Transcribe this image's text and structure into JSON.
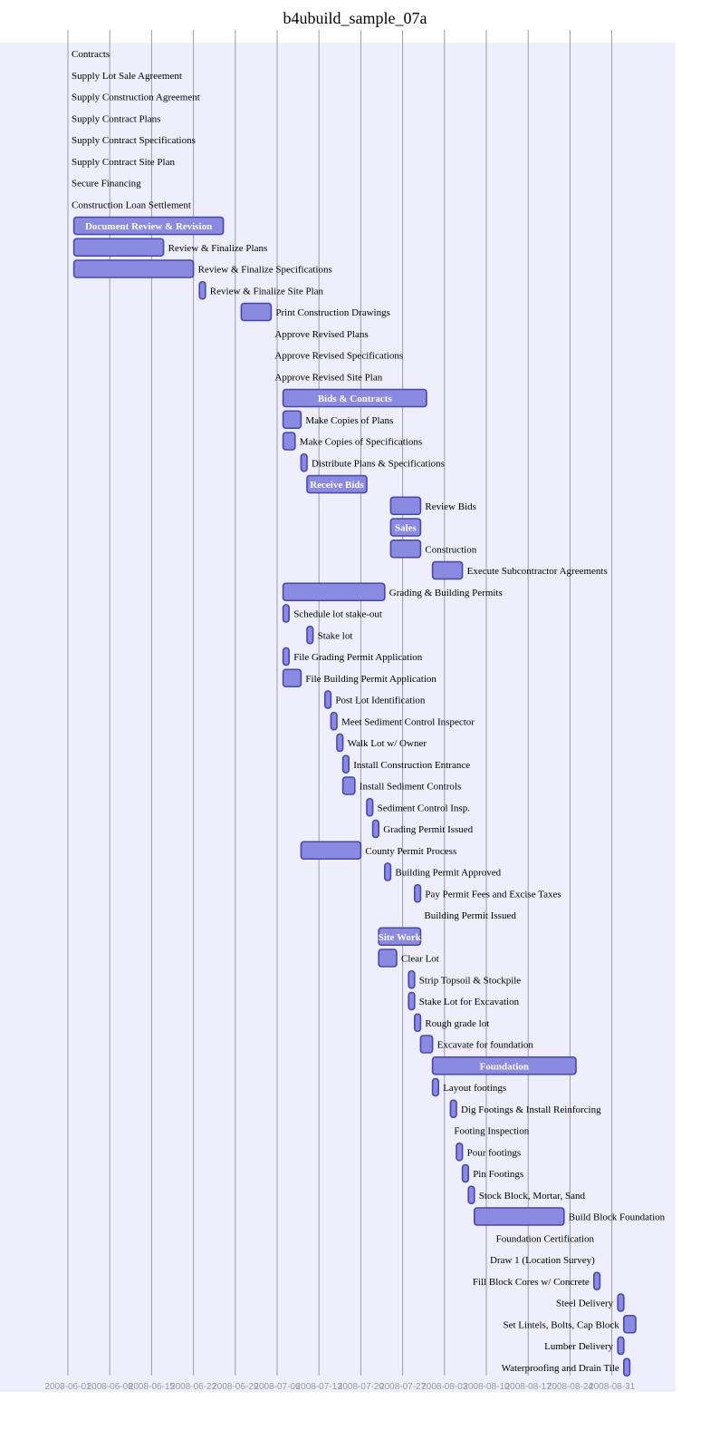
{
  "colors": {
    "chart_background": "#eeeefc",
    "grid": "#9b9bad",
    "bar_fill": "#8a8ae0",
    "bar_stroke": "#4646b2",
    "tick_text": "#9a9a9a"
  },
  "chart_data": {
    "type": "gantt",
    "title": "b4ubuild_sample_07a",
    "x_axis": {
      "type": "date",
      "range": [
        "2008-05-31",
        "2008-09-05"
      ],
      "ticks": [
        "2008-06-01",
        "2008-06-08",
        "2008-06-15",
        "2008-06-22",
        "2008-06-29",
        "2008-07-06",
        "2008-07-13",
        "2008-07-20",
        "2008-07-27",
        "2008-08-03",
        "2008-08-10",
        "2008-08-17",
        "2008-08-24",
        "2008-08-31"
      ],
      "tick_labels": [
        "2008-06-01",
        "2008-06-08",
        "2008-06-15",
        "2008-06-22",
        "2008-06-29",
        "2008-07-06",
        "2008-07-13",
        "2008-07-20",
        "2008-07-27",
        "2008-08-03",
        "2008-08-10",
        "2008-08-17",
        "2008-08-24",
        "2008-08-31"
      ]
    },
    "grid": true,
    "tasks": [
      {
        "name": "Contracts",
        "start": "2008-06-01",
        "end": "2008-06-01",
        "milestone": true
      },
      {
        "name": "Supply Lot Sale Agreement",
        "start": "2008-06-01",
        "end": "2008-06-01",
        "milestone": true
      },
      {
        "name": "Supply Construction Agreement",
        "start": "2008-06-01",
        "end": "2008-06-01",
        "milestone": true
      },
      {
        "name": "Supply Contract Plans",
        "start": "2008-06-01",
        "end": "2008-06-01",
        "milestone": true
      },
      {
        "name": "Supply Contract Specifications",
        "start": "2008-06-01",
        "end": "2008-06-01",
        "milestone": true
      },
      {
        "name": "Supply Contract Site Plan",
        "start": "2008-06-01",
        "end": "2008-06-01",
        "milestone": true
      },
      {
        "name": "Secure Financing",
        "start": "2008-06-01",
        "end": "2008-06-01",
        "milestone": true
      },
      {
        "name": "Construction Loan Settlement",
        "start": "2008-06-01",
        "end": "2008-06-01",
        "milestone": true
      },
      {
        "name": "Document Review & Revision",
        "start": "2008-06-02",
        "end": "2008-06-27",
        "label_inside": true
      },
      {
        "name": "Review & Finalize Plans",
        "start": "2008-06-02",
        "end": "2008-06-17"
      },
      {
        "name": "Review & Finalize Specifications",
        "start": "2008-06-02",
        "end": "2008-06-22"
      },
      {
        "name": "Review & Finalize Site Plan",
        "start": "2008-06-23",
        "end": "2008-06-24"
      },
      {
        "name": "Print Construction Drawings",
        "start": "2008-06-30",
        "end": "2008-07-05"
      },
      {
        "name": "Approve Revised Plans",
        "start": "2008-07-05",
        "end": "2008-07-05",
        "milestone": true
      },
      {
        "name": "Approve Revised Specifications",
        "start": "2008-07-05",
        "end": "2008-07-05",
        "milestone": true
      },
      {
        "name": "Approve Revised Site Plan",
        "start": "2008-07-05",
        "end": "2008-07-05",
        "milestone": true
      },
      {
        "name": "Bids & Contracts",
        "start": "2008-07-07",
        "end": "2008-07-31",
        "label_inside": true
      },
      {
        "name": "Make Copies of Plans",
        "start": "2008-07-07",
        "end": "2008-07-10"
      },
      {
        "name": "Make Copies of Specifications",
        "start": "2008-07-07",
        "end": "2008-07-09"
      },
      {
        "name": "Distribute Plans & Specifications",
        "start": "2008-07-10",
        "end": "2008-07-11"
      },
      {
        "name": "Receive Bids",
        "start": "2008-07-11",
        "end": "2008-07-21",
        "label_inside": true
      },
      {
        "name": "Review Bids",
        "start": "2008-07-25",
        "end": "2008-07-30"
      },
      {
        "name": "Sales",
        "start": "2008-07-25",
        "end": "2008-07-30",
        "label_inside": true
      },
      {
        "name": "Construction",
        "start": "2008-07-25",
        "end": "2008-07-30"
      },
      {
        "name": "Execute Subcontractor Agreements",
        "start": "2008-08-01",
        "end": "2008-08-06"
      },
      {
        "name": "Grading & Building Permits",
        "start": "2008-07-07",
        "end": "2008-07-24"
      },
      {
        "name": "Schedule lot stake-out",
        "start": "2008-07-07",
        "end": "2008-07-08"
      },
      {
        "name": "Stake lot",
        "start": "2008-07-11",
        "end": "2008-07-12"
      },
      {
        "name": "File Grading Permit Application",
        "start": "2008-07-07",
        "end": "2008-07-08"
      },
      {
        "name": "File Building Permit Application",
        "start": "2008-07-07",
        "end": "2008-07-10"
      },
      {
        "name": "Post Lot Identification",
        "start": "2008-07-14",
        "end": "2008-07-15"
      },
      {
        "name": "Meet Sediment Control Inspector",
        "start": "2008-07-15",
        "end": "2008-07-16"
      },
      {
        "name": "Walk Lot w/ Owner",
        "start": "2008-07-16",
        "end": "2008-07-17"
      },
      {
        "name": "Install Construction Entrance",
        "start": "2008-07-17",
        "end": "2008-07-18"
      },
      {
        "name": "Install Sediment Controls",
        "start": "2008-07-17",
        "end": "2008-07-19"
      },
      {
        "name": "Sediment Control Insp.",
        "start": "2008-07-21",
        "end": "2008-07-22"
      },
      {
        "name": "Grading Permit Issued",
        "start": "2008-07-22",
        "end": "2008-07-23"
      },
      {
        "name": "County Permit Process",
        "start": "2008-07-10",
        "end": "2008-07-20"
      },
      {
        "name": "Building Permit Approved",
        "start": "2008-07-24",
        "end": "2008-07-25"
      },
      {
        "name": "Pay Permit Fees and Excise Taxes",
        "start": "2008-07-29",
        "end": "2008-07-30"
      },
      {
        "name": "Building Permit Issued",
        "start": "2008-07-30",
        "end": "2008-07-30",
        "milestone": true
      },
      {
        "name": "Site Work",
        "start": "2008-07-23",
        "end": "2008-07-30",
        "label_inside": true
      },
      {
        "name": "Clear Lot",
        "start": "2008-07-23",
        "end": "2008-07-26"
      },
      {
        "name": "Strip Topsoil & Stockpile",
        "start": "2008-07-28",
        "end": "2008-07-29"
      },
      {
        "name": "Stake Lot for Excavation",
        "start": "2008-07-28",
        "end": "2008-07-29"
      },
      {
        "name": "Rough grade lot",
        "start": "2008-07-29",
        "end": "2008-07-30"
      },
      {
        "name": "Excavate for foundation",
        "start": "2008-07-30",
        "end": "2008-08-01"
      },
      {
        "name": "Foundation",
        "start": "2008-08-01",
        "end": "2008-08-25",
        "label_inside": true
      },
      {
        "name": "Layout footings",
        "start": "2008-08-01",
        "end": "2008-08-02"
      },
      {
        "name": "Dig Footings & Install Reinforcing",
        "start": "2008-08-04",
        "end": "2008-08-05"
      },
      {
        "name": "Footing Inspection",
        "start": "2008-08-04",
        "end": "2008-08-04",
        "milestone": true
      },
      {
        "name": "Pour footings",
        "start": "2008-08-05",
        "end": "2008-08-06"
      },
      {
        "name": "Pin Footings",
        "start": "2008-08-06",
        "end": "2008-08-07"
      },
      {
        "name": "Stock Block, Mortar, Sand",
        "start": "2008-08-07",
        "end": "2008-08-08"
      },
      {
        "name": "Build Block Foundation",
        "start": "2008-08-08",
        "end": "2008-08-23"
      },
      {
        "name": "Foundation Certification",
        "start": "2008-08-11",
        "end": "2008-08-11",
        "milestone": true
      },
      {
        "name": "Draw 1 (Location Survey)",
        "start": "2008-08-10",
        "end": "2008-08-10",
        "milestone": true
      },
      {
        "name": "Fill Block Cores w/ Concrete",
        "start": "2008-08-28",
        "end": "2008-08-29",
        "label_left": true
      },
      {
        "name": "Steel Delivery",
        "start": "2008-09-01",
        "end": "2008-09-02",
        "label_left": true
      },
      {
        "name": "Set Lintels, Bolts, Cap Block",
        "start": "2008-09-02",
        "end": "2008-09-04",
        "label_left": true
      },
      {
        "name": "Lumber Delivery",
        "start": "2008-09-01",
        "end": "2008-09-02",
        "label_left": true
      },
      {
        "name": "Waterproofing and Drain Tile",
        "start": "2008-09-02",
        "end": "2008-09-03",
        "label_left": true
      }
    ]
  }
}
